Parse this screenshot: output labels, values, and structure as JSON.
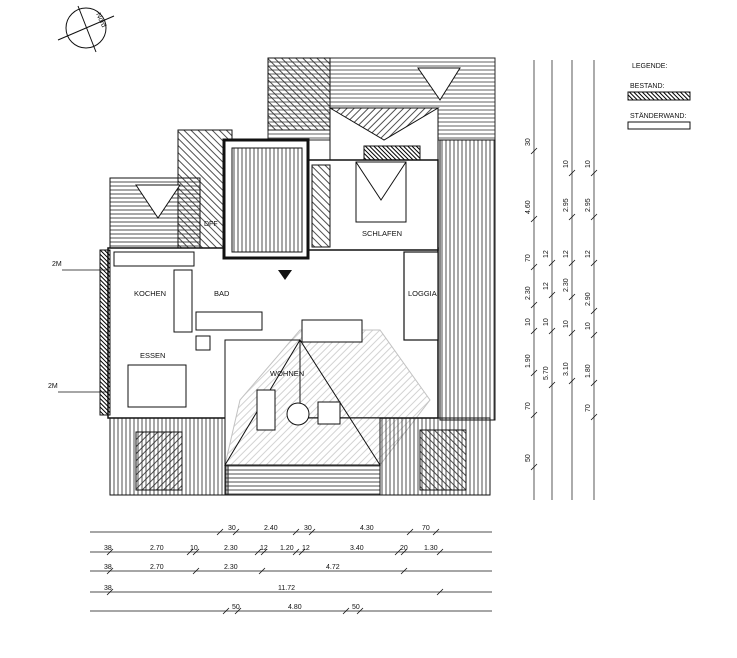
{
  "compass": {
    "label": "Nord"
  },
  "legend": {
    "title": "LEGENDE:",
    "bestand": "BESTAND:",
    "staenderwand": "STÄNDERWAND:"
  },
  "rooms": {
    "schlafen": "SCHLAFEN",
    "loggia": "LOGGIA",
    "kochen": "KOCHEN",
    "bad": "BAD",
    "essen": "ESSEN",
    "wohnen": "WOHNEN",
    "dfi": "DFF"
  },
  "markers": {
    "m1": "2M",
    "m2": "2M"
  },
  "dims_bottom": {
    "r1": [
      "30",
      "2.40",
      "30",
      "4.30",
      "70"
    ],
    "r2": [
      "38",
      "2.70",
      "10",
      "2.30",
      "12",
      "1.20",
      "12",
      "3.40",
      "20",
      "1.30"
    ],
    "r3": [
      "38",
      "2.70",
      "2.30",
      "4.72"
    ],
    "r4": [
      "38",
      "11.72"
    ],
    "r5": [
      "50",
      "4.80",
      "50"
    ]
  },
  "dims_right": {
    "c1": [
      "30",
      "4.60",
      "70",
      "2.30",
      "10",
      "1.90",
      "70",
      "50"
    ],
    "c2": [
      "12",
      "12",
      "10",
      "5.70"
    ],
    "c3": [
      "10",
      "2.95",
      "12",
      "2.30",
      "10",
      "3.10"
    ],
    "c4": [
      "10",
      "2.95",
      "12",
      "2.90",
      "10",
      "1.80",
      "70"
    ]
  }
}
